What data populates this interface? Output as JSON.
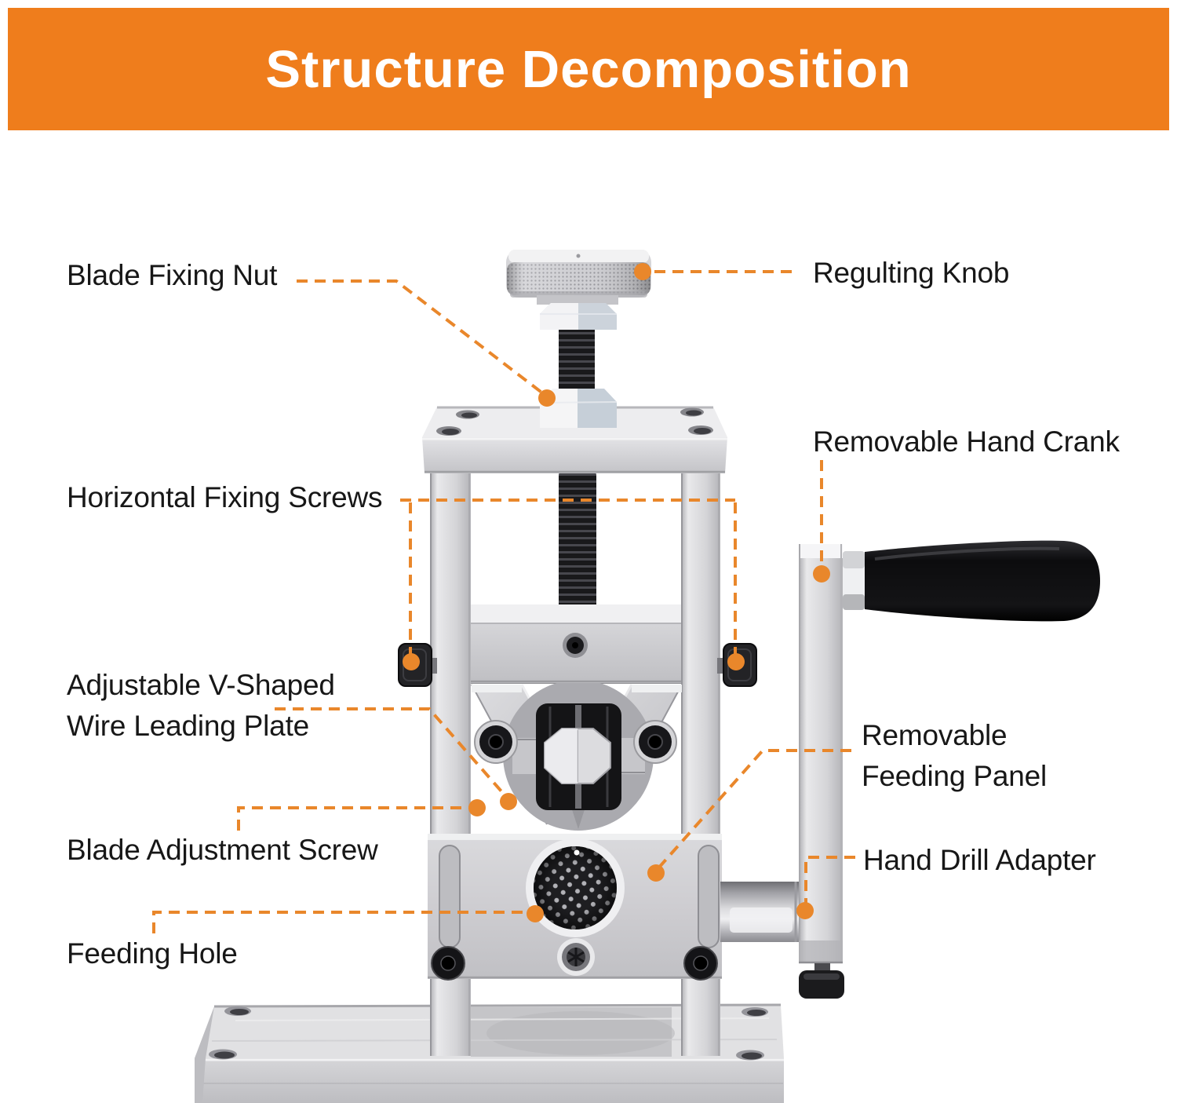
{
  "banner": {
    "title": "Structure Decomposition",
    "bg_color": "#EF7D1C",
    "text_color": "#FFFFFF"
  },
  "accent_color": "#E9872B",
  "labels": {
    "blade_fixing_nut": "Blade Fixing Nut",
    "regulting_knob": "Regulting Knob",
    "removable_hand_crank": "Removable Hand Crank",
    "horizontal_fixing_screws": "Horizontal Fixing Screws",
    "adjustable_v_shaped": {
      "line1": "Adjustable V-Shaped",
      "line2": "Wire Leading Plate"
    },
    "blade_adjustment_screw": "Blade Adjustment Screw",
    "feeding_hole": "Feeding Hole",
    "removable_feeding_panel": {
      "line1": "Removable",
      "line2": "Feeding Panel"
    },
    "hand_drill_adapter": "Hand Drill Adapter"
  }
}
